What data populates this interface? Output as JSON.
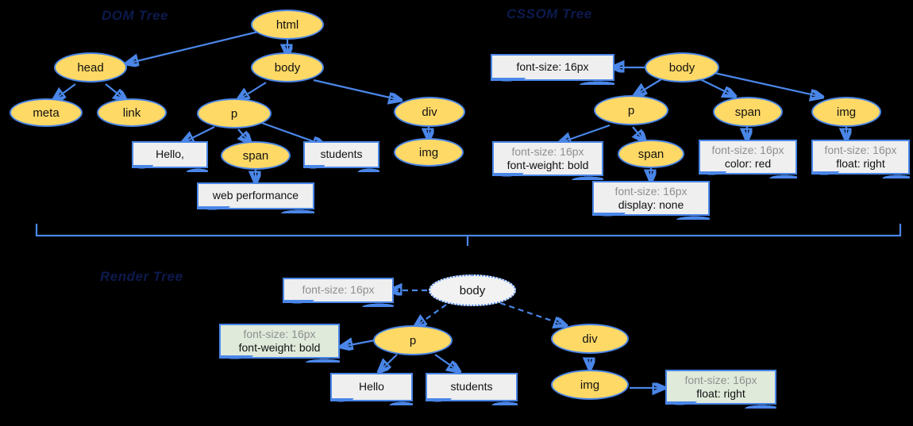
{
  "sections": {
    "dom": {
      "title": "DOM Tree"
    },
    "cssom": {
      "title": "CSSOM Tree"
    },
    "render": {
      "title": "Render Tree"
    }
  },
  "colors": {
    "node_fill": "#ffd966",
    "node_border": "#4a86e8",
    "box_fill": "#efefef",
    "box_fill_green": "#dfeada",
    "edge": "#4a86e8",
    "muted_text": "#8f8f8f",
    "brace": "#8a8a8a",
    "background": "#000000"
  },
  "dom_tree": {
    "nodes": [
      {
        "id": "html",
        "label": "html",
        "type": "element"
      },
      {
        "id": "head",
        "label": "head",
        "type": "element"
      },
      {
        "id": "body",
        "label": "body",
        "type": "element"
      },
      {
        "id": "meta",
        "label": "meta",
        "type": "element"
      },
      {
        "id": "link",
        "label": "link",
        "type": "element"
      },
      {
        "id": "p",
        "label": "p",
        "type": "element"
      },
      {
        "id": "div",
        "label": "div",
        "type": "element"
      },
      {
        "id": "span",
        "label": "span",
        "type": "element"
      },
      {
        "id": "img",
        "label": "img",
        "type": "element"
      },
      {
        "id": "hello",
        "label": "Hello,",
        "type": "text"
      },
      {
        "id": "students",
        "label": "students",
        "type": "text"
      },
      {
        "id": "webperf",
        "label": "web performance",
        "type": "text"
      }
    ],
    "edges": [
      [
        "html",
        "head"
      ],
      [
        "html",
        "body"
      ],
      [
        "head",
        "meta"
      ],
      [
        "head",
        "link"
      ],
      [
        "body",
        "p"
      ],
      [
        "body",
        "div"
      ],
      [
        "p",
        "hello"
      ],
      [
        "p",
        "span"
      ],
      [
        "p",
        "students"
      ],
      [
        "span",
        "webperf"
      ],
      [
        "div",
        "img"
      ]
    ]
  },
  "cssom_tree": {
    "nodes": [
      {
        "id": "body",
        "label": "body",
        "type": "element"
      },
      {
        "id": "p",
        "label": "p",
        "type": "element"
      },
      {
        "id": "span2",
        "label": "span",
        "type": "element"
      },
      {
        "id": "span1",
        "label": "span",
        "type": "element"
      },
      {
        "id": "img",
        "label": "img",
        "type": "element"
      }
    ],
    "style_boxes": [
      {
        "id": "s-body",
        "lines": [
          {
            "text": "font-size: 16px",
            "muted": false
          }
        ]
      },
      {
        "id": "s-p",
        "lines": [
          {
            "text": "font-size: 16px",
            "muted": true
          },
          {
            "text": "font-weight: bold",
            "muted": false
          }
        ]
      },
      {
        "id": "s-span2",
        "lines": [
          {
            "text": "font-size: 16px",
            "muted": true
          },
          {
            "text": "display: none",
            "muted": false
          }
        ]
      },
      {
        "id": "s-span1",
        "lines": [
          {
            "text": "font-size: 16px",
            "muted": true
          },
          {
            "text": "color: red",
            "muted": false
          }
        ]
      },
      {
        "id": "s-img",
        "lines": [
          {
            "text": "font-size: 16px",
            "muted": true
          },
          {
            "text": "float: right",
            "muted": false
          }
        ]
      }
    ],
    "edges": [
      [
        "body",
        "s-body"
      ],
      [
        "body",
        "p"
      ],
      [
        "body",
        "span1"
      ],
      [
        "body",
        "img"
      ],
      [
        "p",
        "s-p"
      ],
      [
        "p",
        "span2"
      ],
      [
        "span2",
        "s-span2"
      ],
      [
        "span1",
        "s-span1"
      ],
      [
        "img",
        "s-img"
      ]
    ]
  },
  "render_tree": {
    "nodes": [
      {
        "id": "body",
        "label": "body",
        "type": "element-hidden"
      },
      {
        "id": "p",
        "label": "p",
        "type": "element"
      },
      {
        "id": "div",
        "label": "div",
        "type": "element"
      },
      {
        "id": "img",
        "label": "img",
        "type": "element"
      },
      {
        "id": "hello",
        "label": "Hello",
        "type": "text"
      },
      {
        "id": "students",
        "label": "students",
        "type": "text"
      }
    ],
    "style_boxes": [
      {
        "id": "r-body",
        "green": false,
        "lines": [
          {
            "text": "font-size: 16px",
            "muted": true
          }
        ]
      },
      {
        "id": "r-p",
        "green": true,
        "lines": [
          {
            "text": "font-size: 16px",
            "muted": true
          },
          {
            "text": "font-weight: bold",
            "muted": false
          }
        ]
      },
      {
        "id": "r-img",
        "green": true,
        "lines": [
          {
            "text": "font-size: 16px",
            "muted": true
          },
          {
            "text": "float: right",
            "muted": false
          }
        ]
      }
    ],
    "edges": [
      [
        "body",
        "r-body"
      ],
      [
        "body",
        "p"
      ],
      [
        "body",
        "div"
      ],
      [
        "p",
        "r-p"
      ],
      [
        "p",
        "hello"
      ],
      [
        "p",
        "students"
      ],
      [
        "div",
        "img"
      ],
      [
        "img",
        "r-img"
      ]
    ]
  }
}
